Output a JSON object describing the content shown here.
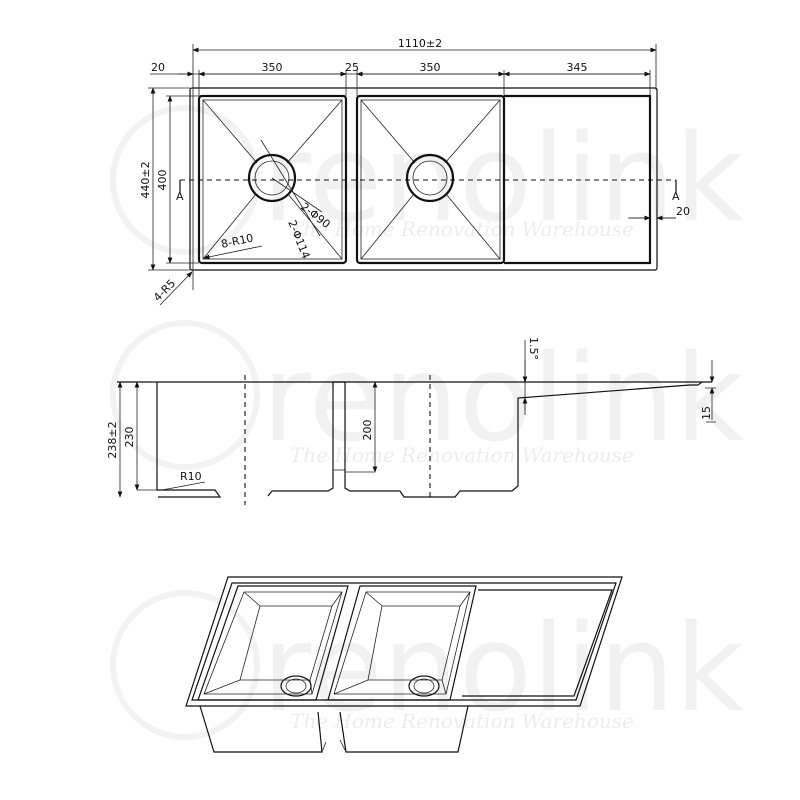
{
  "watermark": {
    "brand": "renolink",
    "tagline": "The Home Renovation Warehouse"
  },
  "top_view": {
    "overall_width": "1110±2",
    "left_margin": "20",
    "bowl1_width": "350",
    "divider": "25",
    "bowl2_width": "350",
    "drainboard_width": "345",
    "overall_depth": "440±2",
    "bowl_depth": "400",
    "drain_outer": "2-Φ114",
    "drain_inner": "2-Φ90",
    "bowl_radius": "8-R10",
    "corner_radius": "4-R5",
    "right_margin": "20",
    "section_mark_left": "A",
    "section_mark_right": "A"
  },
  "side_view": {
    "overall_height": "238±2",
    "bowl_height": "230",
    "divider_height": "200",
    "bottom_radius": "R10",
    "slope_angle": "1.5°",
    "drainboard_height": "15"
  }
}
